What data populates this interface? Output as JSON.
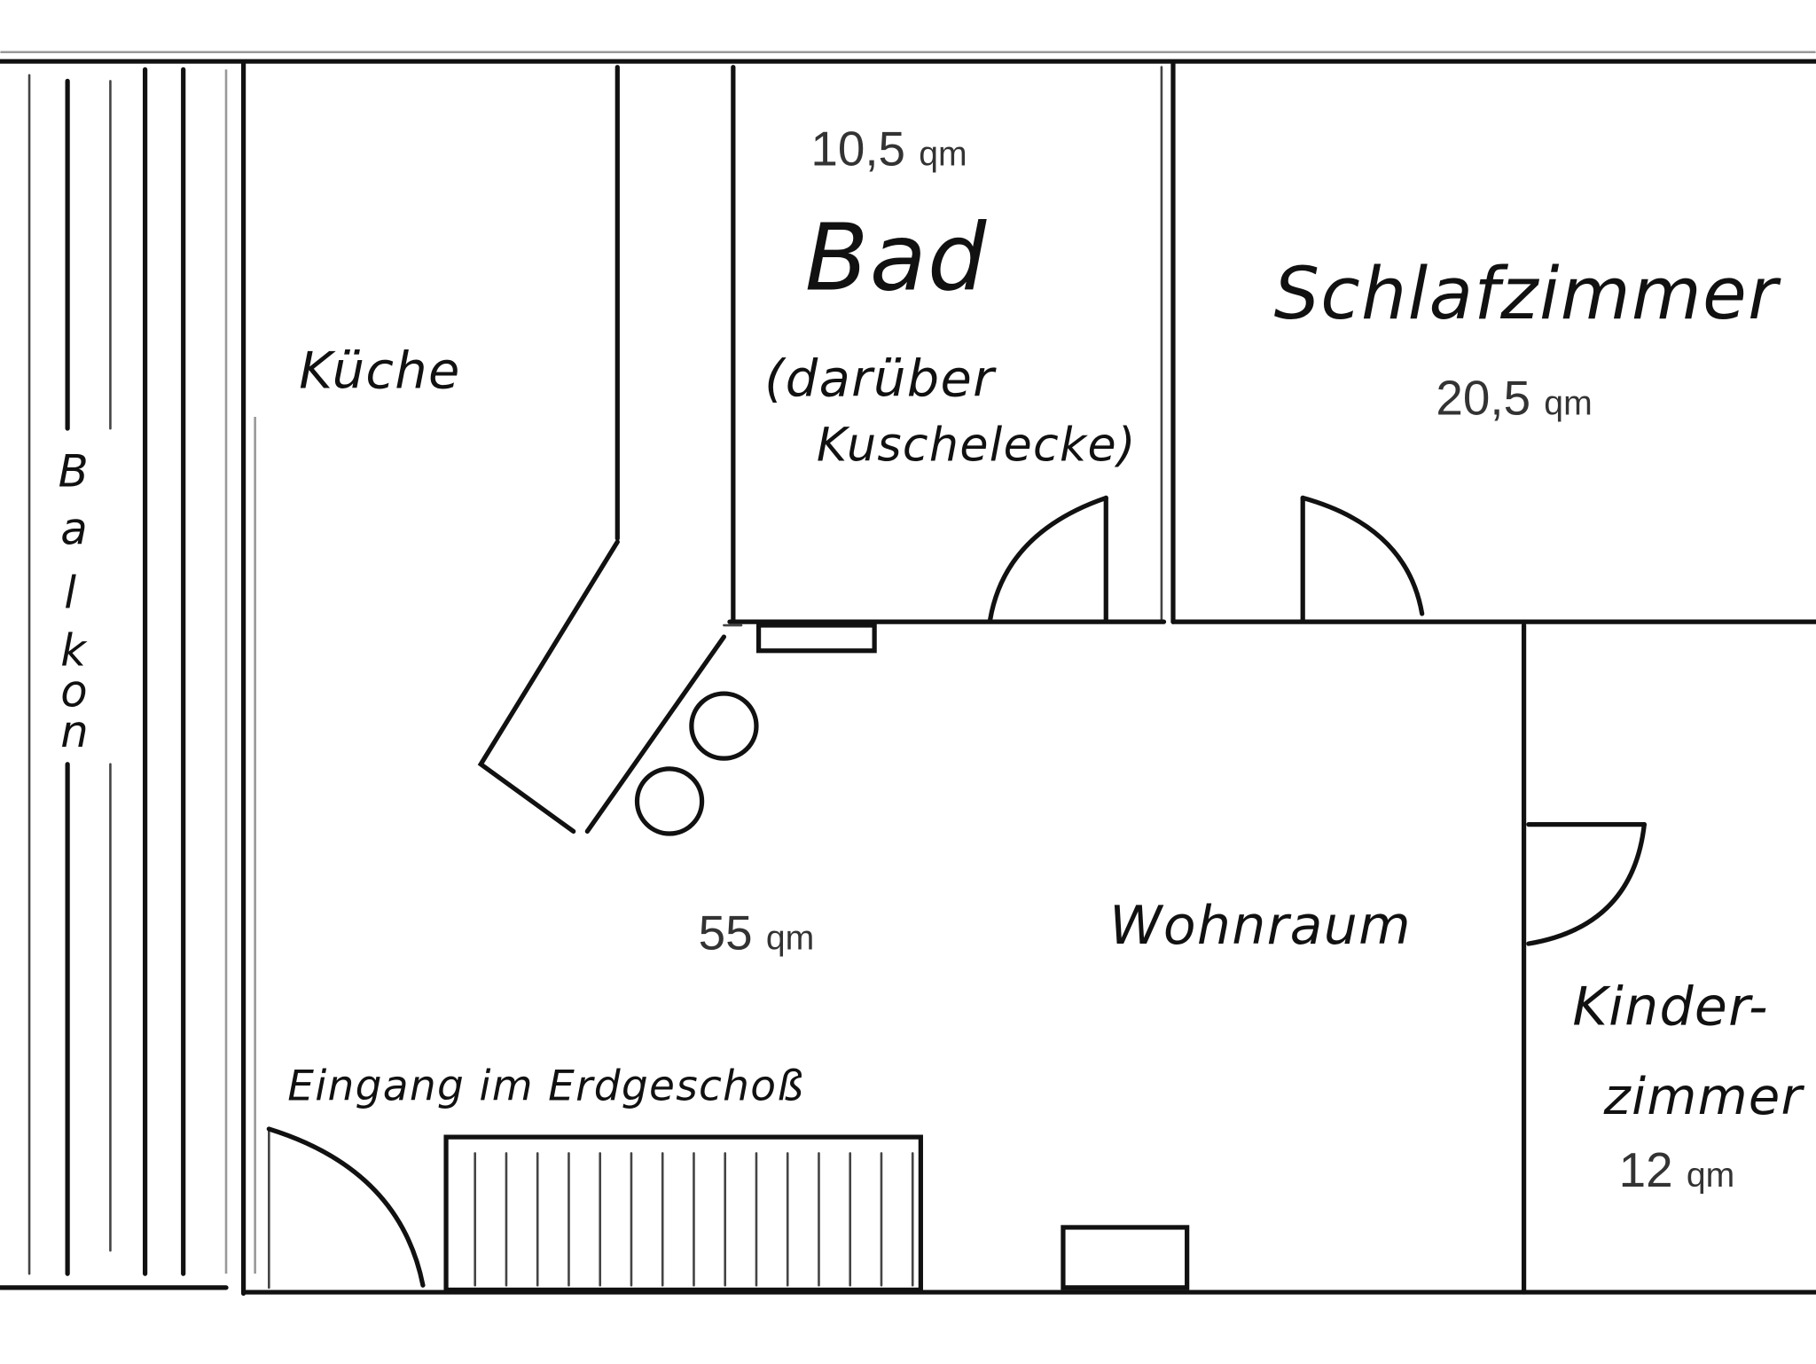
{
  "rooms": {
    "balkon": {
      "label": "Balkon",
      "letters": [
        "B",
        "a",
        "l",
        "k",
        "o",
        "n"
      ]
    },
    "kueche": {
      "label": "Küche"
    },
    "bad": {
      "label": "Bad",
      "note_line1": "(darüber",
      "note_line2": "Kuschelecke)",
      "area": "10,5",
      "unit": "qm"
    },
    "schlafzimmer": {
      "label": "Schlafzimmer",
      "area": "20,5",
      "unit": "qm"
    },
    "wohnraum": {
      "label": "Wohnraum",
      "area": "55",
      "unit": "qm"
    },
    "eingang": {
      "label": "Eingang im Erdgeschoß"
    },
    "kinderzimmer": {
      "label_line1": "Kinder-",
      "label_line2": "zimmer",
      "area": "12",
      "unit": "qm"
    }
  }
}
